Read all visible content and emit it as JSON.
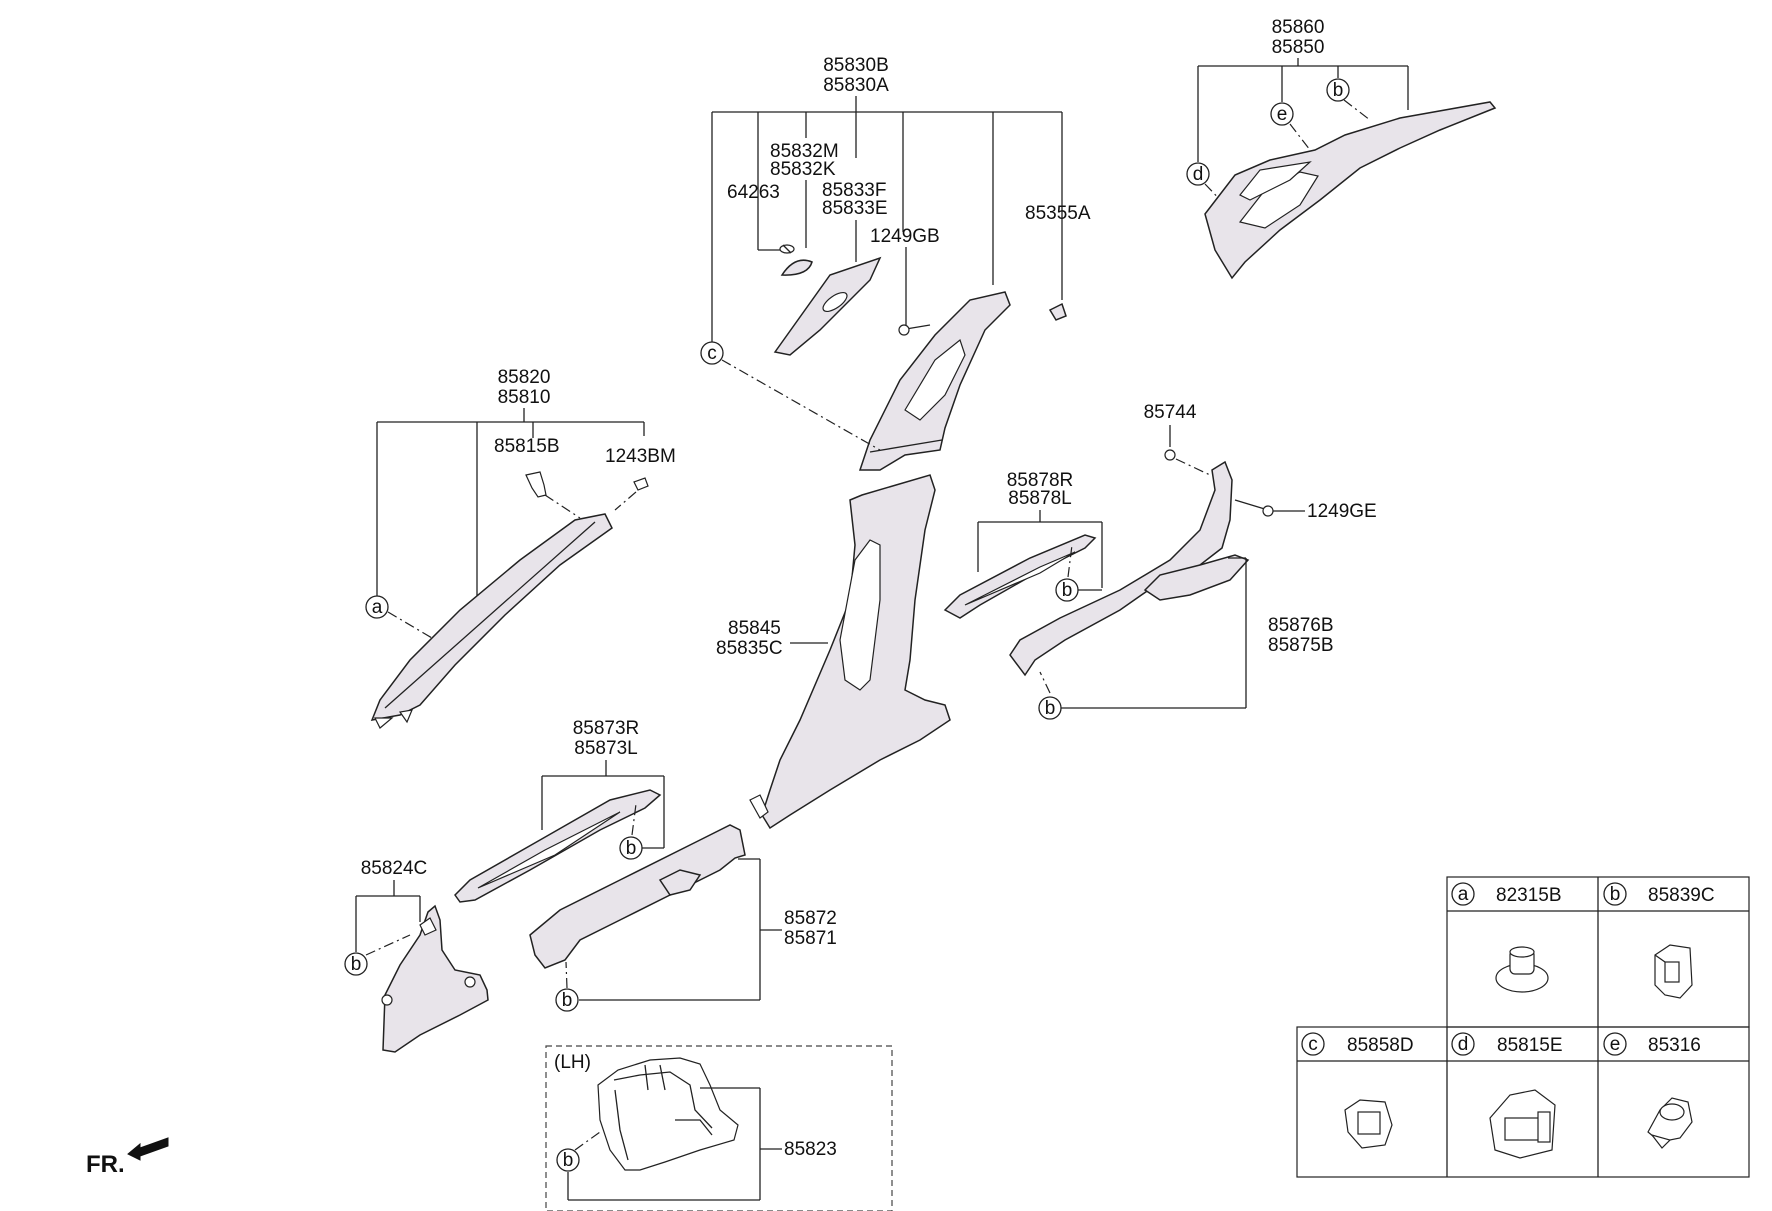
{
  "labels": {
    "p85830B": "85830B",
    "p85830A": "85830A",
    "p85832M": "85832M",
    "p85832K": "85832K",
    "p64263": "64263",
    "p85833F": "85833F",
    "p85833E": "85833E",
    "p1249GB": "1249GB",
    "p85355A": "85355A",
    "p85860": "85860",
    "p85850": "85850",
    "p85820": "85820",
    "p85810": "85810",
    "p85815B": "85815B",
    "p1243BM": "1243BM",
    "p85744": "85744",
    "p1249GE": "1249GE",
    "p85878R": "85878R",
    "p85878L": "85878L",
    "p85845": "85845",
    "p85835C": "85835C",
    "p85876B": "85876B",
    "p85875B": "85875B",
    "p85873R": "85873R",
    "p85873L": "85873L",
    "p85824C": "85824C",
    "p85872": "85872",
    "p85871": "85871",
    "lh": "(LH)",
    "p85823": "85823",
    "fr": "FR."
  },
  "callouts": {
    "a": "a",
    "b": "b",
    "c": "c",
    "d": "d",
    "e": "e"
  },
  "legend": [
    {
      "letter": "a",
      "part": "82315B"
    },
    {
      "letter": "b",
      "part": "85839C"
    },
    {
      "letter": "c",
      "part": "85858D"
    },
    {
      "letter": "d",
      "part": "85815E"
    },
    {
      "letter": "e",
      "part": "85316"
    }
  ]
}
